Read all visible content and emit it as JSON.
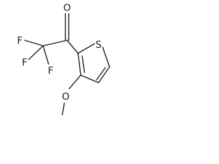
{
  "molecule": {
    "atoms": {
      "oxygen_carbonyl": "O",
      "sulfur": "S",
      "fluorine_1": "F",
      "fluorine_2": "F",
      "fluorine_3": "F",
      "oxygen_methoxy": "O"
    }
  }
}
